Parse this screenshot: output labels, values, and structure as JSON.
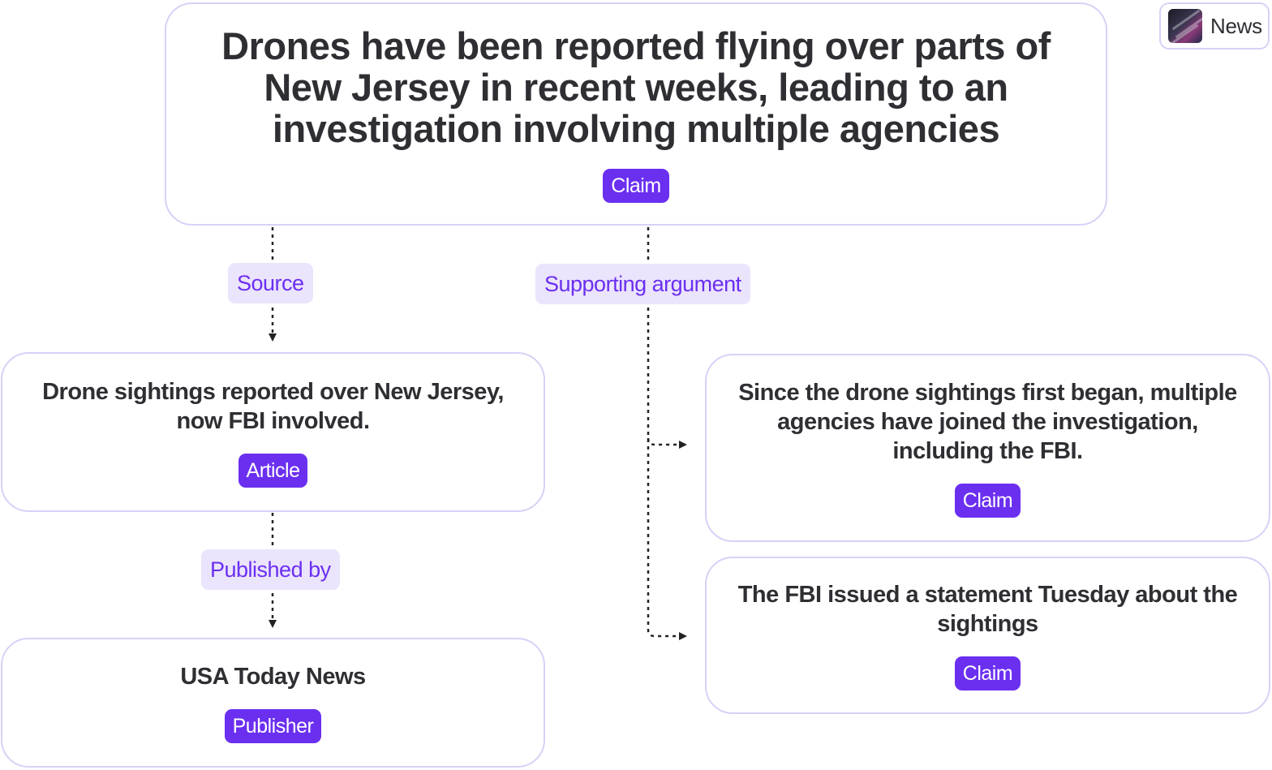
{
  "badge": {
    "icon": "news-thumbnail-icon",
    "label": "News"
  },
  "nodes": {
    "main_claim": {
      "text": "Drones have been reported flying over parts of New Jersey in recent weeks, leading to an investigation involving multiple agencies",
      "type": "Claim"
    },
    "article": {
      "text": "Drone sightings reported over New Jersey, now FBI involved.",
      "type": "Article"
    },
    "publisher": {
      "text": "USA Today News",
      "type": "Publisher"
    },
    "claim_agencies": {
      "text": "Since the drone sightings first began, multiple agencies have joined the investigation, including the FBI.",
      "type": "Claim"
    },
    "claim_fbi": {
      "text": "The FBI issued a statement Tuesday about the sightings",
      "type": "Claim"
    }
  },
  "edges": {
    "source": "Source",
    "published_by": "Published by",
    "supporting_argument": "Supporting argument"
  },
  "colors": {
    "accent": "#6b2ff0",
    "label_bg": "#ebe4fd",
    "border": "#d9d0f7",
    "text": "#2e2e33"
  }
}
